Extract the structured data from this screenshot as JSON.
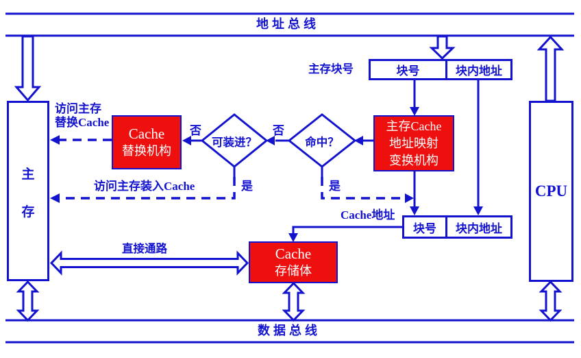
{
  "colors": {
    "blue": "#1212CF",
    "red": "#EE0F0F",
    "background": "#FFFFFF",
    "box_text": "#FFFFFF"
  },
  "buses": {
    "address_bus": "地址总线",
    "data_bus": "数据总线"
  },
  "nodes": {
    "main_memory": {
      "line1": "主",
      "line2": "存"
    },
    "cpu": "CPU",
    "cache_replace": {
      "line1": "Cache",
      "line2": "替换机构"
    },
    "mapping": {
      "line1": "主存Cache",
      "line2": "地址映射",
      "line3": "变换机构"
    },
    "cache_storage": {
      "line1": "Cache",
      "line2": "存储体"
    },
    "can_load_decision": "可装进？",
    "hit_decision": "命中？"
  },
  "fields": {
    "mm_block_label": "主存块号",
    "top_block_no": "块号",
    "top_block_offset": "块内地址",
    "cache_addr_label": "Cache地址",
    "mid_block_no": "块号",
    "mid_block_offset": "块内地址"
  },
  "edges": {
    "no_from_can_load": "否",
    "no_from_hit": "否",
    "yes_from_can_load": "是",
    "yes_from_hit": "是",
    "replace_label_line1": "访问主存",
    "replace_label_line2": "替换Cache",
    "load_label": "访问主存装入Cache",
    "direct_path_label": "直接通路"
  }
}
